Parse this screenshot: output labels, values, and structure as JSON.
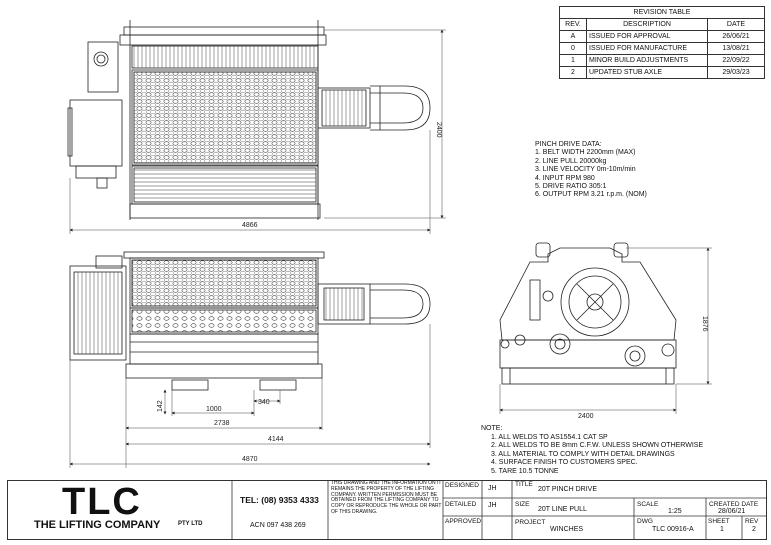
{
  "revision_table": {
    "title": "REVISION TABLE",
    "headers": [
      "REV.",
      "DESCRIPTION",
      "DATE"
    ],
    "rows": [
      {
        "rev": "A",
        "description": "ISSUED FOR APPROVAL",
        "date": "26/06/21"
      },
      {
        "rev": "0",
        "description": "ISSUED FOR MANUFACTURE",
        "date": "13/08/21"
      },
      {
        "rev": "1",
        "description": "MINOR BUILD ADJUSTMENTS",
        "date": "22/09/22"
      },
      {
        "rev": "2",
        "description": "UPDATED STUB AXLE",
        "date": "29/03/23"
      }
    ]
  },
  "pinch_drive": {
    "title": "PINCH DRIVE DATA:",
    "items": [
      "1. BELT WIDTH 2200mm (MAX)",
      "2. LINE PULL 20000kg",
      "3. LINE VELOCITY 0m-10m/min",
      "4. INPUT RPM 980",
      "5. DRIVE RATIO 305:1",
      "6. OUTPUT RPM 3.21 r.p.m. (NOM)"
    ]
  },
  "notes": {
    "title": "NOTE:",
    "items": [
      "1. ALL WELDS TO AS1554.1 CAT SP",
      "2. ALL WELDS TO BE 8mm C.F.W. UNLESS SHOWN OTHERWISE",
      "3. ALL MATERIAL TO COMPLY WITH DETAIL DRAWINGS",
      "4. SURFACE FINISH TO CUSTOMERS SPEC.",
      "5. TARE 10.5 TONNE"
    ]
  },
  "dimensions": {
    "top_width": "4866",
    "top_height": "2400",
    "front_142": "142",
    "front_1000": "1000",
    "front_340": "340",
    "front_2738": "2738",
    "front_4144": "4144",
    "front_4870": "4870",
    "side_width": "2400",
    "side_height": "1876"
  },
  "title_block": {
    "logo": "TLC",
    "company": "THE LIFTING COMPANY",
    "pty": "PTY LTD",
    "tel": "TEL: (08) 9353 4333",
    "acn": "ACN 097 438 269",
    "disclaimer": "THIS DRAWING AND THE INFORMATION ON IT REMAINS THE PROPERTY OF THE LIFTING COMPANY. WRITTEN PERMISSION MUST BE OBTAINED FROM THE LIFTING COMPANY TO COPY OR REPRODUCE THE WHOLE OR PART OF THIS DRAWING.",
    "designed_label": "DESIGNED",
    "designed": "JH",
    "detailed_label": "DETAILED",
    "detailed": "JH",
    "approved_label": "APPROVED",
    "title_label": "TITLE",
    "title": "20T PINCH DRIVE",
    "size_label": "SIZE",
    "size_value": "20T LINE PULL",
    "scale_label": "SCALE",
    "scale": "1:25",
    "created_label": "CREATED DATE",
    "created": "28/06/21",
    "project_label": "PROJECT",
    "project": "WINCHES",
    "dwg_label": "DWG",
    "dwg": "TLC 00916-A",
    "sheet_label": "SHEET",
    "sheet": "1",
    "rev_label": "REV",
    "rev": "2"
  }
}
